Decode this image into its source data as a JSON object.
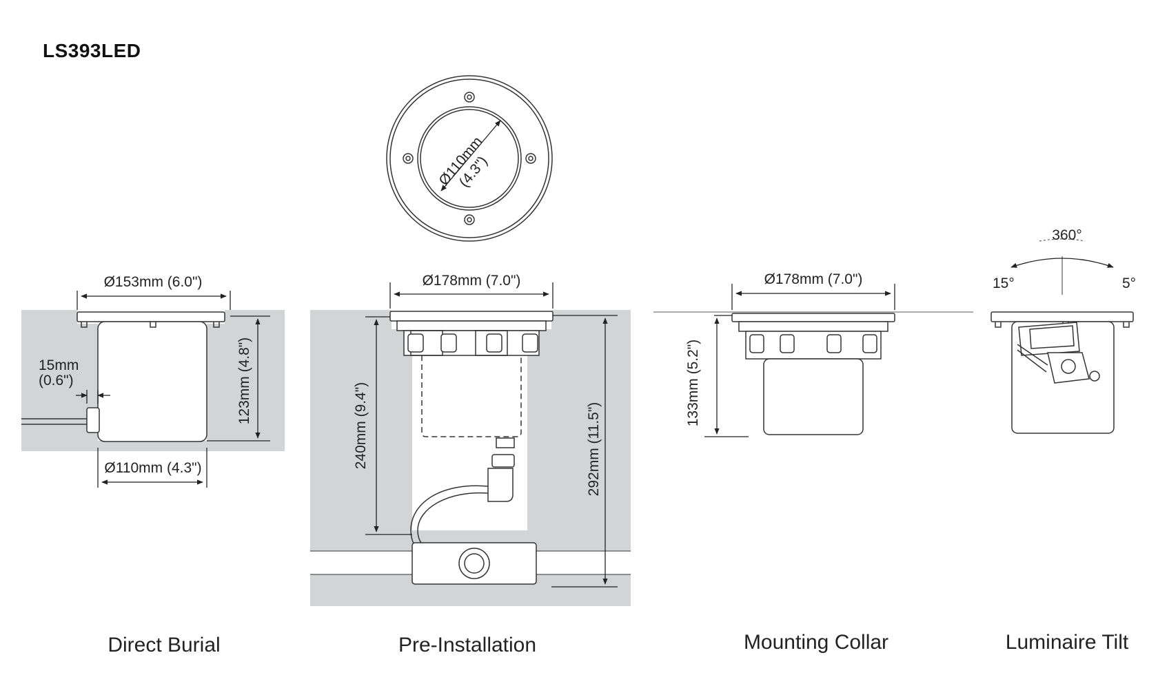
{
  "title": "LS393LED",
  "top_view": {
    "diameter_label": "Ø110mm",
    "diameter_label_in": "(4.3\")"
  },
  "direct_burial": {
    "top_diameter": "Ø153mm (6.0\")",
    "gland_offset_mm": "15mm",
    "gland_offset_in": "(0.6\")",
    "height": "123mm (4.8\")",
    "bottom_diameter": "Ø110mm (4.3\")",
    "caption": "Direct Burial"
  },
  "pre_installation": {
    "top_diameter": "Ø178mm (7.0\")",
    "inner_height": "240mm (9.4\")",
    "total_height": "292mm (11.5\")",
    "caption": "Pre-Installation"
  },
  "mounting_collar": {
    "top_diameter": "Ø178mm (7.0\")",
    "height": "133mm (5.2\")",
    "caption": "Mounting Collar"
  },
  "luminaire_tilt": {
    "rotation": "360°",
    "tilt_left": "15°",
    "tilt_right": "5°",
    "caption": "Luminaire Tilt"
  },
  "colors": {
    "ground": "#d3d4d6",
    "line": "#333333",
    "background": "#ffffff"
  }
}
